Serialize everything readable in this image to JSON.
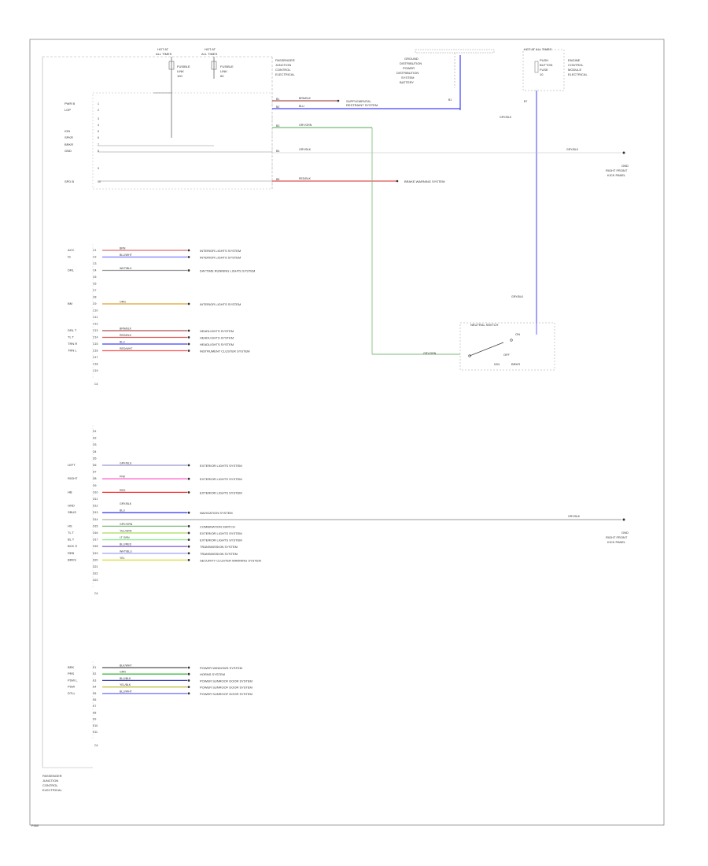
{
  "footer_code": "F460",
  "bottom_label": [
    "PASSENGER",
    "JUNCTION",
    "CONTROL",
    "ELECTRICAL"
  ],
  "fuses": [
    {
      "header": [
        "HOT AT",
        "ALL TIMES"
      ],
      "label": [
        "FUSIBLE",
        "LINK",
        "100"
      ]
    },
    {
      "header": [
        "HOT AT",
        "ALL TIMES"
      ],
      "label": [
        "FUSIBLE",
        "LINK",
        "60"
      ]
    }
  ],
  "module_label": [
    "PASSENGER",
    "JUNCTION",
    "CONTROL",
    "ELECTRICAL"
  ],
  "ground_dist_label": [
    "GROUND",
    "DISTRIBUTION",
    "POWER",
    "DISTRIBUTION",
    "SYSTEM",
    "BATTERY"
  ],
  "hot_all_times": {
    "header": [
      "HOT AT ALL TIMES"
    ],
    "label": [
      "PUSH",
      "BUTTON",
      "FUSE",
      "10"
    ],
    "desc": [
      "ENGINE",
      "CONTROL",
      "MODULE",
      "ELECTRICAL"
    ]
  },
  "top_pins": [
    {
      "name": "PWR B",
      "pin": "1"
    },
    {
      "name": "LOP",
      "pin": "2"
    },
    {
      "name": "",
      "pin": "3"
    },
    {
      "name": "",
      "pin": "4"
    },
    {
      "name": "IGN",
      "pin": "5"
    },
    {
      "name": "SPKR",
      "pin": "6"
    },
    {
      "name": "BRKR",
      "pin": "7"
    },
    {
      "name": "GND",
      "pin": "8"
    },
    {
      "name": "",
      "pin": "9"
    },
    {
      "name": "SPD B",
      "pin": "10"
    }
  ],
  "top_wires": [
    {
      "pin": "B1",
      "color": "BRN/BLK",
      "dest": [
        "SUPPLEMENTAL",
        "RESTRAINT SYSTEM"
      ]
    },
    {
      "pin": "B2",
      "color": "BLU",
      "dest": []
    },
    {
      "pin": "B3",
      "color": "GRY/GRN",
      "dest": []
    },
    {
      "pin": "B4",
      "color": "GRY/BLK",
      "dest": []
    },
    {
      "pin": "B5",
      "color": "RED/BLK",
      "dest": [
        "BRAKE WARNING SYSTEM"
      ]
    }
  ],
  "ground_top": {
    "color": "GRY/BLK",
    "label": [
      "GND",
      "RIGHT FRONT",
      "KICK PANEL"
    ]
  },
  "ground_mid": {
    "color": "GRY/BLK",
    "label": [
      "GND",
      "RIGHT FRONT",
      "KICK PANEL"
    ]
  },
  "right_wire_label": "GRY/BLK",
  "switch": {
    "label": "NEUTRAL SWITCH",
    "terminals": [
      "ON",
      "OFF",
      "IGN",
      "BRKR"
    ],
    "color": "GRY/GRN",
    "left_label": "GRY/BLK",
    "right_pin": "B7"
  },
  "group1": [
    {
      "name": "ACC",
      "pin": "C1",
      "color": "BRN",
      "dest": "INTERIOR LIGHTS SYSTEM"
    },
    {
      "name": "IS",
      "pin": "C2",
      "color": "BLU/WHT",
      "dest": "INTERIOR LIGHTS SYSTEM"
    },
    {
      "name": "",
      "pin": "C3",
      "color": "",
      "dest": ""
    },
    {
      "name": "DRL",
      "pin": "C4",
      "color": "WHT/BLK",
      "dest": "DAYTIME RUNNING LIGHTS SYSTEM"
    },
    {
      "name": "",
      "pin": "C5",
      "color": "",
      "dest": ""
    },
    {
      "name": "",
      "pin": "C6",
      "color": "",
      "dest": ""
    },
    {
      "name": "",
      "pin": "C7",
      "color": "",
      "dest": ""
    },
    {
      "name": "",
      "pin": "C8",
      "color": "",
      "dest": ""
    },
    {
      "name": "BM",
      "pin": "C9",
      "color": "ORG",
      "dest": "INTERIOR LIGHTS SYSTEM"
    },
    {
      "name": "",
      "pin": "C10",
      "color": "",
      "dest": ""
    },
    {
      "name": "",
      "pin": "C11",
      "color": "",
      "dest": ""
    },
    {
      "name": "",
      "pin": "C12",
      "color": "",
      "dest": ""
    },
    {
      "name": "DRL T",
      "pin": "C13",
      "color": "BRN/BLK",
      "dest": "HEADLIGHTS SYSTEM"
    },
    {
      "name": "TL T",
      "pin": "C14",
      "color": "RED/BLK",
      "dest": "HEADLIGHTS SYSTEM"
    },
    {
      "name": "TRN R",
      "pin": "C15",
      "color": "BLU",
      "dest": "HEADLIGHTS SYSTEM"
    },
    {
      "name": "TRN L",
      "pin": "C16",
      "color": "RED/WHT",
      "dest": "INSTRUMENT CLUSTER SYSTEM"
    },
    {
      "name": "",
      "pin": "C17",
      "color": "",
      "dest": ""
    },
    {
      "name": "",
      "pin": "C18",
      "color": "",
      "dest": ""
    },
    {
      "name": "",
      "pin": "C19",
      "color": "",
      "dest": ""
    }
  ],
  "group2": [
    {
      "name": "",
      "pin": "D1",
      "color": "",
      "dest": ""
    },
    {
      "name": "",
      "pin": "D2",
      "color": "",
      "dest": ""
    },
    {
      "name": "",
      "pin": "D3",
      "color": "",
      "dest": ""
    },
    {
      "name": "",
      "pin": "D4",
      "color": "",
      "dest": ""
    },
    {
      "name": "",
      "pin": "D5",
      "color": "",
      "dest": ""
    },
    {
      "name": "LEFT",
      "pin": "D6",
      "color": "GRY/BLU",
      "dest": "EXTERIOR LIGHTS SYSTEM"
    },
    {
      "name": "",
      "pin": "D7",
      "color": "",
      "dest": ""
    },
    {
      "name": "RIGHT",
      "pin": "D8",
      "color": "PNK",
      "dest": "EXTERIOR LIGHTS SYSTEM"
    },
    {
      "name": "",
      "pin": "D9",
      "color": "",
      "dest": ""
    },
    {
      "name": "HB",
      "pin": "D10",
      "color": "RED",
      "dest": "EXTERIOR LIGHTS SYSTEM"
    },
    {
      "name": "",
      "pin": "D11",
      "color": "",
      "dest": ""
    },
    {
      "name": "GND",
      "pin": "D12",
      "color": "GRY/BLK",
      "dest": ""
    },
    {
      "name": "SBUS",
      "pin": "D13",
      "color": "BLU",
      "dest": "NAVIGATION SYSTEM"
    },
    {
      "name": "",
      "pin": "D14",
      "color": "",
      "dest": ""
    },
    {
      "name": "HS",
      "pin": "D15",
      "color": "GRY/GRN",
      "dest": "COMBINATION SWITCH"
    },
    {
      "name": "TL T",
      "pin": "D16",
      "color": "YEL/GRN",
      "dest": "EXTERIOR LIGHTS SYSTEM"
    },
    {
      "name": "BL T",
      "pin": "D17",
      "color": "LT GRN",
      "dest": "EXTERIOR LIGHTS SYSTEM"
    },
    {
      "name": "BCK S",
      "pin": "D18",
      "color": "BLU/RED",
      "dest": "TRANSMISSION SYSTEM"
    },
    {
      "name": "REB",
      "pin": "D19",
      "color": "WHT/BLU",
      "dest": "TRANSMISSION SYSTEM"
    },
    {
      "name": "BRKS",
      "pin": "D20",
      "color": "YEL",
      "dest": "SECURITY CLUSTER WARNING SYSTEM"
    },
    {
      "name": "",
      "pin": "D21",
      "color": "",
      "dest": ""
    },
    {
      "name": "",
      "pin": "D22",
      "color": "",
      "dest": ""
    },
    {
      "name": "",
      "pin": "D23",
      "color": "",
      "dest": ""
    }
  ],
  "group3": [
    {
      "name": "BRK",
      "pin": "E1",
      "color": "BLK/WHT",
      "dest": "POWER WINDOWS SYSTEM"
    },
    {
      "name": "PRS",
      "pin": "E2",
      "color": "GRN",
      "dest": "HORNS SYSTEM"
    },
    {
      "name": "PSW L",
      "pin": "E3",
      "color": "BLU/BLK",
      "dest": "POWER SUNROOF DOOR SYSTEM"
    },
    {
      "name": "PSW",
      "pin": "E4",
      "color": "YEL/BLK",
      "dest": "POWER SUNROOF DOOR SYSTEM"
    },
    {
      "name": "DTLL",
      "pin": "E5",
      "color": "BLU/WHT",
      "dest": "POWER SUNROOF DOOR SYSTEM"
    },
    {
      "name": "",
      "pin": "E6",
      "color": "",
      "dest": ""
    },
    {
      "name": "",
      "pin": "E7",
      "color": "",
      "dest": ""
    },
    {
      "name": "",
      "pin": "E8",
      "color": "",
      "dest": ""
    },
    {
      "name": "",
      "pin": "E9",
      "color": "",
      "dest": ""
    },
    {
      "name": "",
      "pin": "E10",
      "color": "",
      "dest": ""
    },
    {
      "name": "",
      "pin": "E11",
      "color": "",
      "dest": ""
    }
  ],
  "colors": {
    "BRN": "#e06c6c",
    "BLU/WHT": "#7a7aff",
    "WHT/BLK": "#999999",
    "ORG": "#e0a030",
    "BRN/BLK": "#b05050",
    "RED/BLK": "#e05050",
    "BLU": "#4040ff",
    "RED/WHT": "#ff5050",
    "GRY/BLU": "#9999cc",
    "PNK": "#ff66cc",
    "RED": "#ff3030",
    "GRY/BLK": "#777777",
    "GRY/GRN": "#77bb77",
    "YEL/GRN": "#aadd55",
    "LT GRN": "#88ee88",
    "BLU/RED": "#8866dd",
    "WHT/BLU": "#aaaaff",
    "YEL": "#dddd33",
    "BLK/WHT": "#555555",
    "GRN": "#44bb44",
    "BLU/BLK": "#3333bb",
    "YEL/BLK": "#bbbb33"
  }
}
